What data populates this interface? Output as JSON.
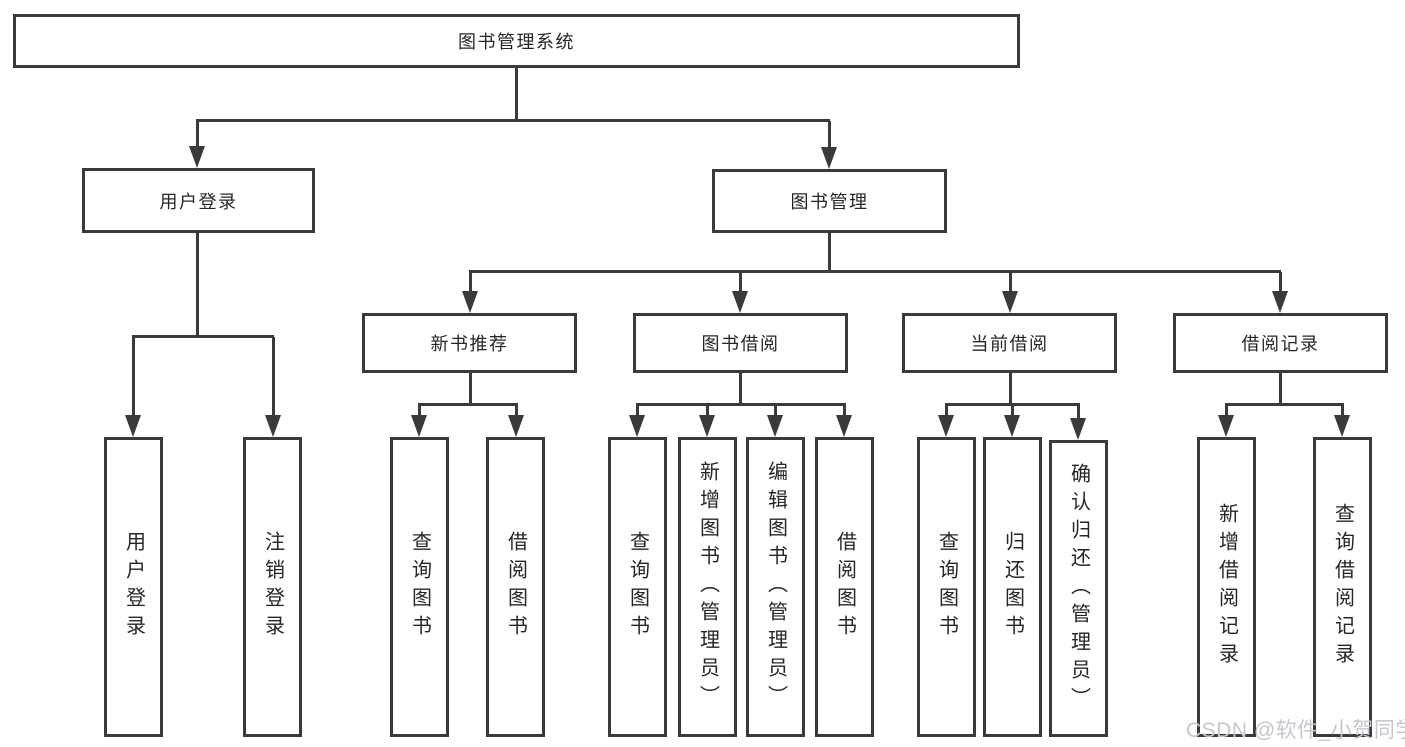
{
  "diagram": {
    "title": "图书管理系统",
    "level2": [
      {
        "label": "用户登录",
        "children": [
          "用户登录",
          "注销登录"
        ]
      },
      {
        "label": "图书管理"
      }
    ],
    "level3": [
      {
        "label": "新书推荐",
        "children": [
          "查询图书",
          "借阅图书"
        ]
      },
      {
        "label": "图书借阅",
        "children": [
          "查询图书",
          "新增图书（管理员）",
          "编辑图书（管理员）",
          "借阅图书"
        ]
      },
      {
        "label": "当前借阅",
        "children": [
          "查询图书",
          "归还图书",
          "确认归还（管理员）"
        ]
      },
      {
        "label": "借阅记录",
        "children": [
          "新增借阅记录",
          "查询借阅记录"
        ]
      }
    ],
    "colors": {
      "line": "#3a3a3a",
      "text": "#262626",
      "box_background": "#ffffff",
      "watermark": "#c4c7cd"
    }
  },
  "watermark": {
    "text": "CSDN @软件_小贺同学"
  }
}
